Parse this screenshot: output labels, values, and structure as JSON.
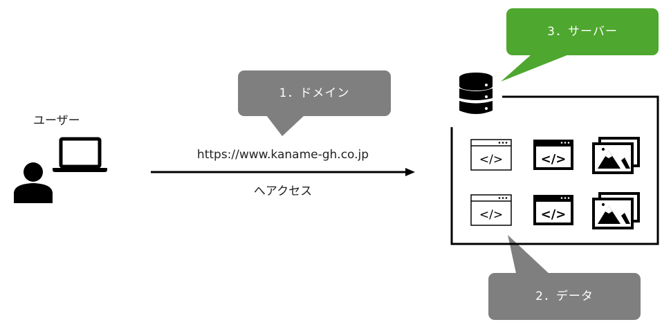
{
  "user": {
    "label": "ユーザー"
  },
  "arrow": {
    "url": "https://www.kaname-gh.co.jp",
    "caption": "へアクセス"
  },
  "callouts": {
    "domain": {
      "label": "1．ドメイン",
      "color": "#7f7f7f"
    },
    "data": {
      "label": "2．データ",
      "color": "#7f7f7f"
    },
    "server": {
      "label": "3．サーバー",
      "color": "#4ea72e"
    }
  },
  "icons": {
    "user": "person-icon",
    "device": "laptop-icon",
    "server": "database-icon",
    "files": [
      "html-file-outline-icon",
      "html-file-filled-icon",
      "images-icon",
      "html-file-outline-icon",
      "html-file-filled-icon",
      "images-icon"
    ]
  }
}
